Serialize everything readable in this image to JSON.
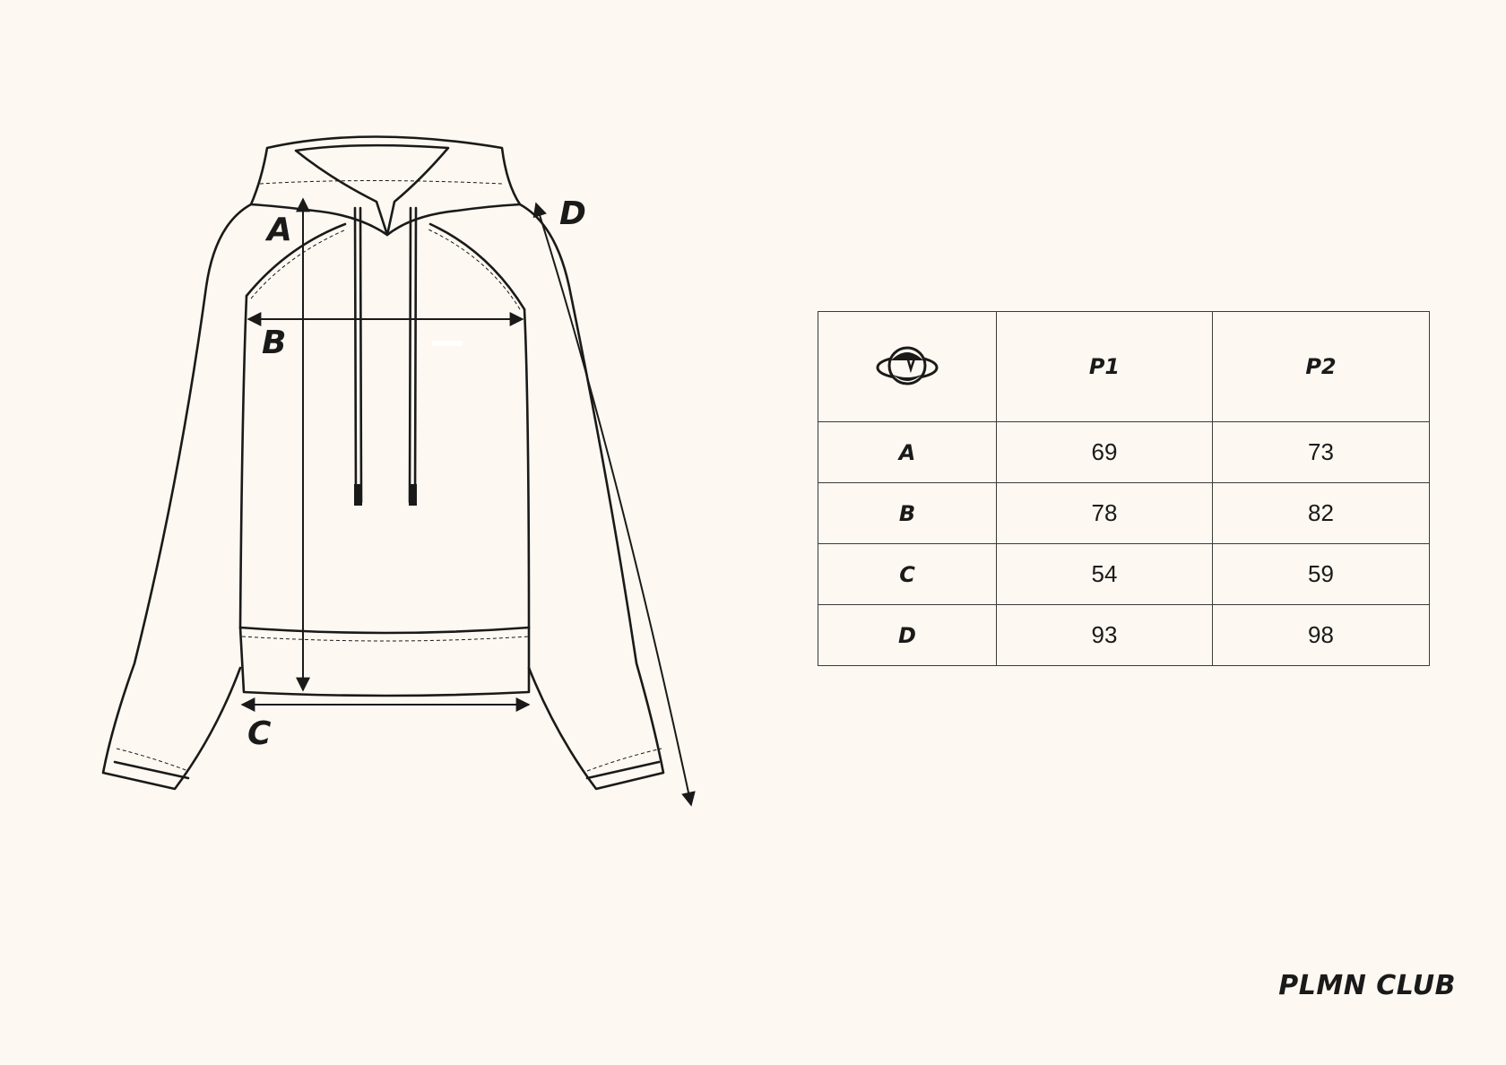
{
  "diagram": {
    "labels": {
      "a": "A",
      "b": "B",
      "c": "C",
      "d": "D"
    }
  },
  "size_table": {
    "header_icon": "brand-mascot-icon",
    "columns": [
      "P1",
      "P2"
    ],
    "rows": [
      {
        "key": "A",
        "values": [
          "69",
          "73"
        ]
      },
      {
        "key": "B",
        "values": [
          "78",
          "82"
        ]
      },
      {
        "key": "C",
        "values": [
          "54",
          "59"
        ]
      },
      {
        "key": "D",
        "values": [
          "93",
          "98"
        ]
      }
    ]
  },
  "brand": {
    "name": "PLMN CLUB"
  },
  "colors": {
    "background": "#fdf8f1",
    "ink": "#1a1a1a"
  }
}
